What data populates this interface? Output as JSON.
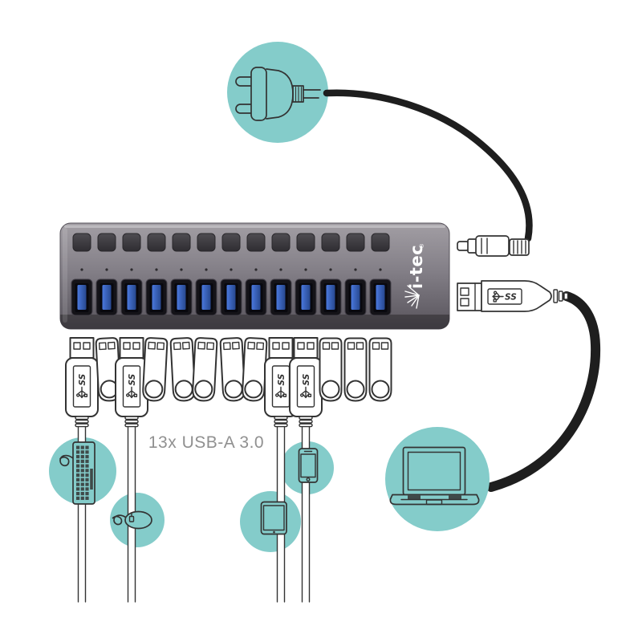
{
  "illustration": {
    "caption": "13x USB-A 3.0",
    "brand_logo": "i-tec",
    "registered_mark": "®",
    "usb3_logo_text": "SS",
    "hub": {
      "ports": 13,
      "buttons": 13,
      "leds": 13,
      "port_type": "USB-A 3.0"
    },
    "bottom_row_sequence": [
      "usb-cable",
      "flash-drive",
      "usb-cable",
      "flash-drive",
      "flash-drive",
      "flash-drive",
      "flash-drive",
      "flash-drive",
      "usb-cable",
      "usb-cable",
      "flash-drive",
      "flash-drive",
      "flash-drive"
    ],
    "peripheral_icons": [
      "power-plug-icon",
      "keyboard-icon",
      "mouse-icon",
      "tablet-icon",
      "smartphone-icon",
      "laptop-icon"
    ],
    "colors": {
      "teal": "#84CCCA",
      "line": "#333333",
      "cable": "#1e1e1e",
      "hub_top": "#a29ea4",
      "hub_mid": "#837f87",
      "hub_bottom": "#57535b",
      "port_blue": "#4a78dd",
      "port_blue_dark": "#27488f",
      "caption_text": "#909090",
      "logo_white": "#ffffff"
    }
  }
}
